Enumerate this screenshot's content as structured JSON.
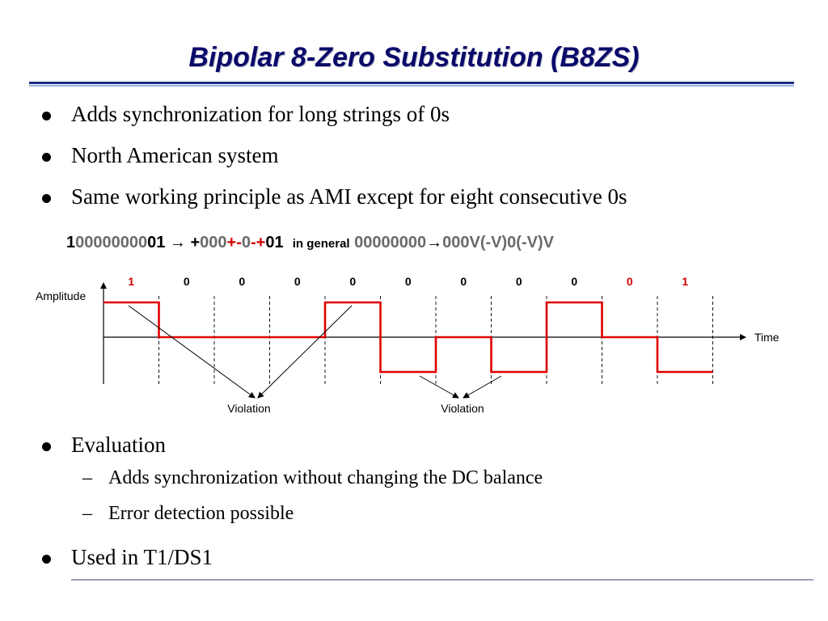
{
  "slide": {
    "title": "Bipolar 8-Zero Substitution (B8ZS)",
    "bullets_top": [
      "Adds synchronization for long strings of 0s",
      "North American system",
      "Same working principle as AMI except for eight consecutive 0s"
    ],
    "code_line": {
      "seg1": "1",
      "seg2": "00000000",
      "seg3": "01",
      "arrow1": "→",
      "seg4": "+",
      "seg5": "000",
      "seg6": "+-",
      "seg7": "0",
      "seg8": "-+",
      "seg9": "01",
      "seg10": "in general",
      "seg11": "00000000",
      "arrow2": "→",
      "seg12": "000V(-V)0(-V)V"
    },
    "bullets_bottom": [
      {
        "text": "Evaluation",
        "subs": [
          "Adds synchronization without changing the DC balance",
          "Error detection possible"
        ]
      },
      {
        "text": "Used in T1/DS1"
      }
    ]
  },
  "diagram": {
    "bits": [
      "1",
      "0",
      "0",
      "0",
      "0",
      "0",
      "0",
      "0",
      "0",
      "0",
      "1"
    ],
    "bit_colors": [
      "#d00000",
      "#000000",
      "#000000",
      "#000000",
      "#000000",
      "#000000",
      "#000000",
      "#000000",
      "#000000",
      "#d00000",
      "#d00000"
    ],
    "levels": [
      1,
      0,
      0,
      0,
      1,
      -1,
      0,
      -1,
      1,
      0,
      -1
    ],
    "y_axis_label": "Amplitude",
    "x_axis_label": "Time",
    "violation_labels": [
      "Violation",
      "Violation"
    ],
    "signal_color": "#e00000"
  }
}
